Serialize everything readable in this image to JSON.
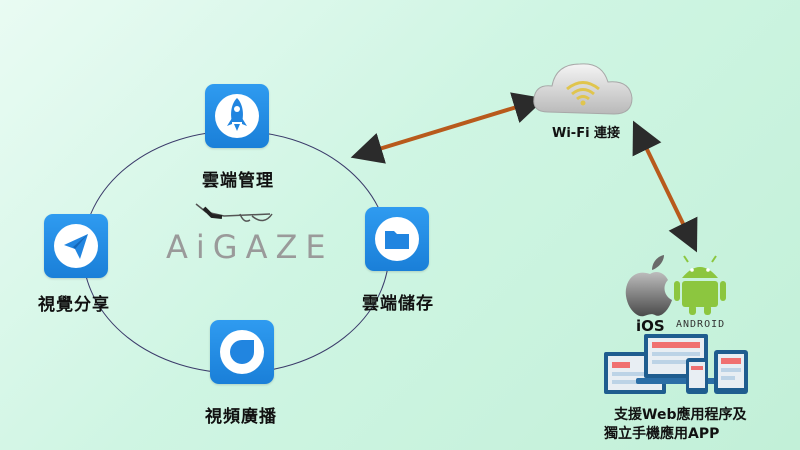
{
  "diagram": {
    "brand": "AiGAZE",
    "nodes": {
      "cloud_management": {
        "label": "雲端管理",
        "icon": "rocket-icon"
      },
      "cloud_storage": {
        "label": "雲端儲存",
        "icon": "folder-icon"
      },
      "video_broadcast": {
        "label": "視頻廣播",
        "icon": "droplet-icon"
      },
      "visual_share": {
        "label": "視覺分享",
        "icon": "paper-plane-icon"
      }
    },
    "wifi": {
      "label": "Wi-Fi 連接",
      "icon": "wifi-cloud-icon"
    },
    "platforms": {
      "ios_label": "iOS",
      "android_label": "ANDROID",
      "support_line1": "支援Web應用程序及",
      "support_line2": "獨立手機應用APP"
    },
    "colors": {
      "icon_blue": "#2185e0",
      "arrow": "#b85a1c",
      "android_green": "#8cc63f"
    }
  }
}
